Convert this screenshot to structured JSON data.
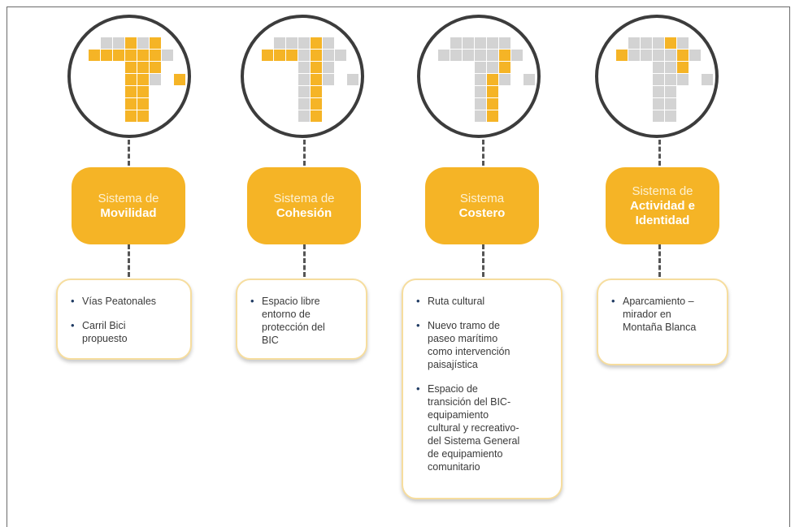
{
  "colors": {
    "accent": "#f5b426",
    "grid_gray": "#d3d3d3",
    "card_border": "#f6dd9e"
  },
  "systems": [
    {
      "title_light": "Sistema de",
      "title_bold": "Movilidad",
      "items": [
        "Vías Peatonales",
        "Carril Bici\npropuesto"
      ]
    },
    {
      "title_light": "Sistema de",
      "title_bold": "Cohesión",
      "items": [
        "Espacio libre\nentorno de\nprotección del\nBIC"
      ]
    },
    {
      "title_light": "Sistema",
      "title_bold": "Costero",
      "items": [
        "Ruta cultural",
        "Nuevo tramo de\npaseo marítimo\ncomo intervención\npaisajística",
        "Espacio de\ntransición del BIC-\nequipamiento\ncultural y recreativo-\ndel Sistema General\nde equipamiento\ncomunitario"
      ]
    },
    {
      "title_light": "Sistema de",
      "title_bold": "Actividad e\nIdentidad",
      "items": [
        "Aparcamiento –\nmirador en\nMontaña Blanca"
      ]
    }
  ]
}
